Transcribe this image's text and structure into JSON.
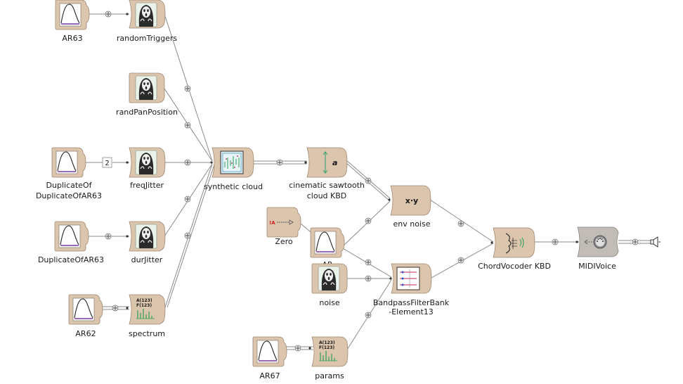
{
  "nodes": {
    "ar63": {
      "label": "AR63",
      "icon": "envelope-icon"
    },
    "random_triggers": {
      "label": "randomTriggers",
      "icon": "scream-icon"
    },
    "rand_pan_position": {
      "label": "randPanPosition",
      "icon": "scream-icon"
    },
    "duplicate_of_duplicate": {
      "label_line1": "DuplicateOf",
      "label_line2": "DuplicateOfAR63",
      "icon": "envelope-icon"
    },
    "freq_jitter": {
      "label": "freqJitter",
      "icon": "scream-icon"
    },
    "duplicate_of_ar63": {
      "label": "DuplicateOfAR63",
      "icon": "envelope-icon"
    },
    "dur_jitter": {
      "label": "durJitter",
      "icon": "scream-icon"
    },
    "ar62": {
      "label": "AR62",
      "icon": "envelope-icon"
    },
    "spectrum": {
      "label": "spectrum",
      "icon": "spectrum-icon",
      "icon_text1": "A(123)",
      "icon_text2": "F(123)"
    },
    "synthetic_cloud": {
      "label": "synthetic cloud",
      "icon": "cloud-grid-icon"
    },
    "cinematic_sawtooth": {
      "label_line1": "cinematic sawtooth",
      "label_line2": "cloud KBD",
      "icon": "wavetable-icon",
      "icon_text": "a"
    },
    "zero": {
      "label": "Zero",
      "icon": "constant-icon",
      "icon_text": "!A"
    },
    "ar": {
      "label": "AR",
      "icon": "envelope-icon"
    },
    "env_noise": {
      "label": "env noise",
      "icon": "multiply-icon",
      "icon_text": "x∙y"
    },
    "noise": {
      "label": "noise",
      "icon": "scream-icon"
    },
    "bandpass": {
      "label_line1": "BandpassFilterBank",
      "label_line2": "-Element13",
      "icon": "filterbank-icon"
    },
    "ar67": {
      "label": "AR67",
      "icon": "envelope-icon"
    },
    "params": {
      "label": "params",
      "icon": "spectrum-icon",
      "icon_text1": "A(123)",
      "icon_text2": "F(123)"
    },
    "chord_vocoder": {
      "label": "ChordVocoder KBD",
      "icon": "vocoder-icon"
    },
    "midi_voice": {
      "label": "MIDIVoice",
      "icon": "midi-icon"
    },
    "speaker": {
      "icon": "speaker-icon"
    }
  },
  "wire_badge": {
    "value": "2"
  },
  "colors": {
    "node_fill": "#dcc5ad",
    "node_border": "#a08870",
    "midi_fill": "#c2bcb6",
    "envelope_line": "#7a3aa0",
    "scream_dark": "#2a2a2a",
    "spectrum_green": "#2aa050",
    "wire": "#8a8a8a"
  }
}
